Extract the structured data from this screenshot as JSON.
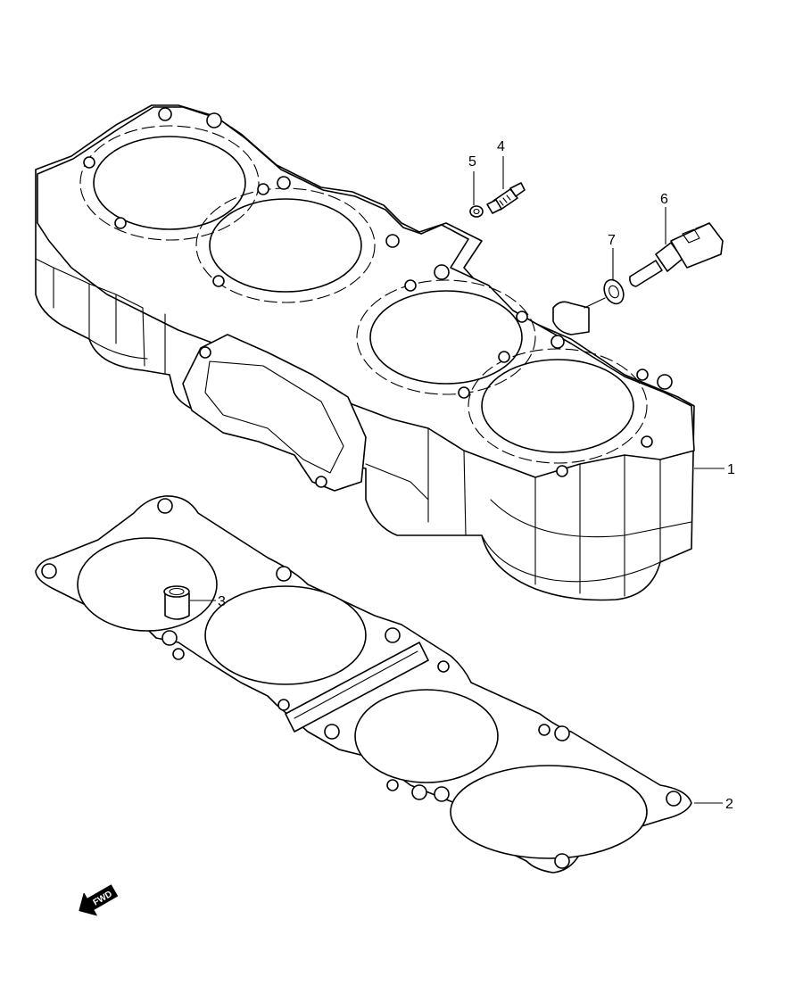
{
  "diagram": {
    "callouts": [
      {
        "id": "1",
        "label": "1"
      },
      {
        "id": "2",
        "label": "2"
      },
      {
        "id": "3",
        "label": "3"
      },
      {
        "id": "4",
        "label": "4"
      },
      {
        "id": "5",
        "label": "5"
      },
      {
        "id": "6",
        "label": "6"
      },
      {
        "id": "7",
        "label": "7"
      }
    ],
    "direction_badge": {
      "label": "FWD",
      "icon": "forward-arrow-icon"
    },
    "colors": {
      "line": "#000000",
      "background": "#ffffff"
    }
  }
}
